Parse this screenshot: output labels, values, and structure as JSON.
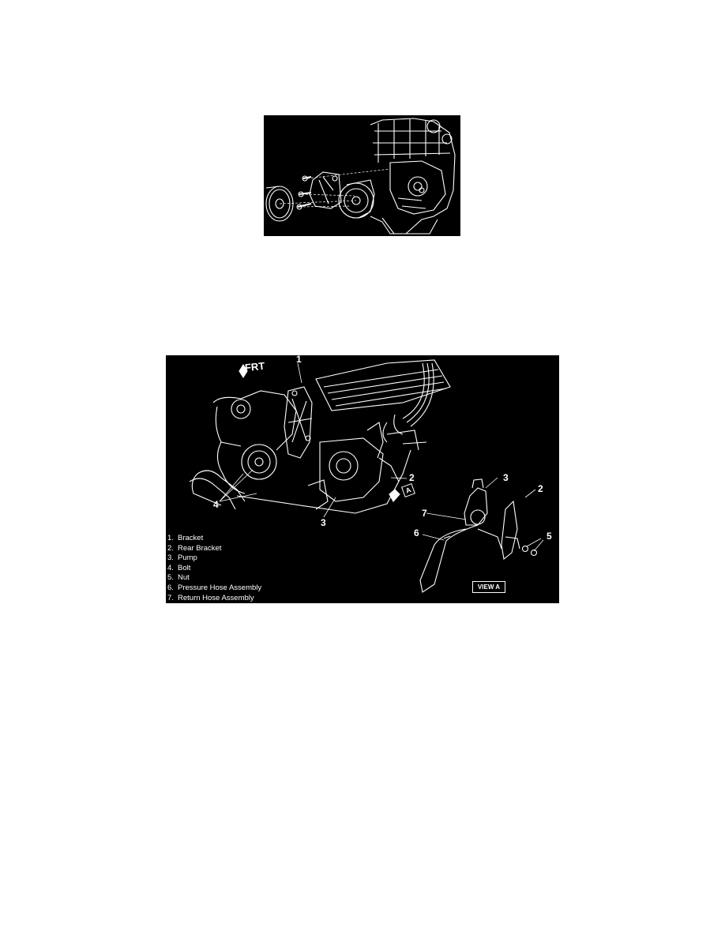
{
  "figures": [
    {
      "id": "fig1",
      "description": "Exploded view of power steering pump, pulley, bracket and bolts mounting to engine",
      "background": "#000000",
      "line_color": "#ffffff"
    },
    {
      "id": "fig2",
      "description": "Power steering pump mounting on engine with detail View A",
      "background": "#000000",
      "line_color": "#ffffff",
      "direction_label": "FRT",
      "callouts": [
        {
          "label": "1"
        },
        {
          "label": "2"
        },
        {
          "label": "3"
        },
        {
          "label": "4"
        },
        {
          "label": "A"
        }
      ],
      "view_a": {
        "label": "VIEW A",
        "callouts": [
          {
            "label": "3"
          },
          {
            "label": "2"
          },
          {
            "label": "7"
          },
          {
            "label": "6"
          },
          {
            "label": "5"
          }
        ]
      },
      "legend": [
        {
          "num": "1.",
          "text": "Bracket"
        },
        {
          "num": "2.",
          "text": "Rear Bracket"
        },
        {
          "num": "3.",
          "text": "Pump"
        },
        {
          "num": "4.",
          "text": "Bolt"
        },
        {
          "num": "5.",
          "text": "Nut"
        },
        {
          "num": "6.",
          "text": "Pressure Hose Assembly"
        },
        {
          "num": "7.",
          "text": "Return Hose Assembly"
        }
      ]
    }
  ]
}
